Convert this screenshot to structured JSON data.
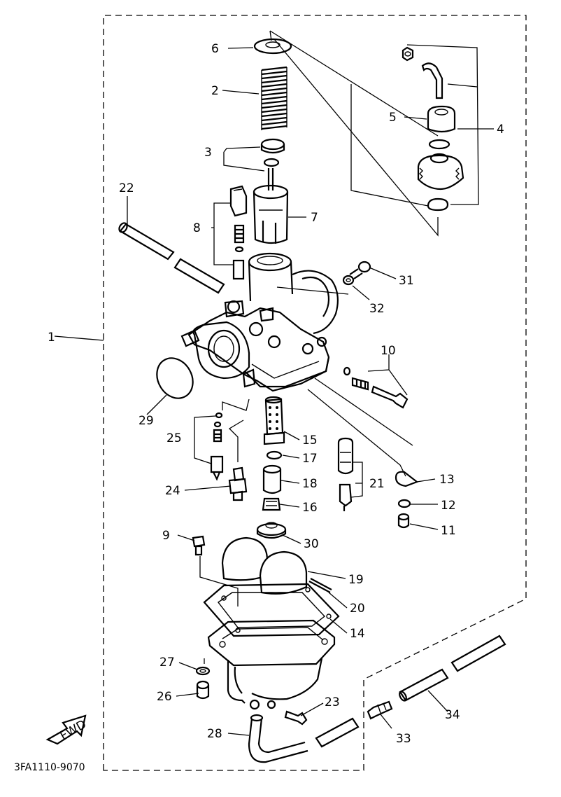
{
  "diagram": {
    "code": "3FA1110-9070",
    "fwd_label": "FWD",
    "callouts": [
      "1",
      "2",
      "3",
      "4",
      "5",
      "6",
      "7",
      "8",
      "9",
      "10",
      "11",
      "12",
      "13",
      "14",
      "15",
      "16",
      "17",
      "18",
      "19",
      "20",
      "21",
      "22",
      "23",
      "24",
      "25",
      "26",
      "27",
      "28",
      "29",
      "30",
      "31",
      "32",
      "33",
      "34"
    ]
  }
}
